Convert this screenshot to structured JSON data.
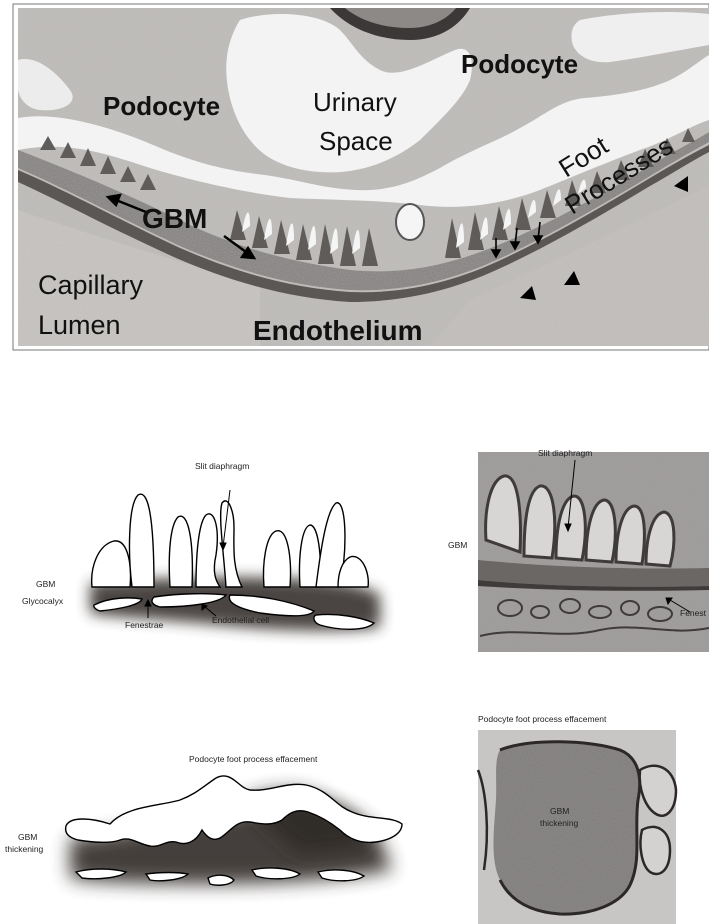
{
  "figure": {
    "electron_micrograph": {
      "labels": {
        "podocyte_left": "Podocyte",
        "podocyte_right": "Podocyte",
        "urinary_space_line1": "Urinary",
        "urinary_space_line2": "Space",
        "foot_processes_line1": "Foot",
        "foot_processes_line2": "Processes",
        "gbm": "GBM",
        "capillary_lumen_line1": "Capillary",
        "capillary_lumen_line2": "Lumen",
        "endothelium": "Endothelium"
      }
    },
    "normal_schematic": {
      "labels": {
        "slit_diaphragm": "Slit diaphragm",
        "gbm": "GBM",
        "glycocalyx": "Glycocalyx",
        "fenestrae": "Fenestrae",
        "endothelial_cell": "Endothelial cell"
      }
    },
    "normal_micrograph": {
      "labels": {
        "slit_diaphragm": "Slit diaphragm",
        "gbm": "GBM",
        "fenestrae_cut": "Fenest"
      }
    },
    "disease_schematic": {
      "labels": {
        "effacement": "Podocyte foot process effacement",
        "gbm_thickening_line1": "GBM",
        "gbm_thickening_line2": "thickening"
      }
    },
    "disease_micrograph": {
      "labels": {
        "effacement": "Podocyte foot process effacement",
        "gbm_thickening_line1": "GBM",
        "gbm_thickening_line2": "thickening"
      }
    }
  },
  "colors": {
    "micrograph_background": "#b9b6b3",
    "urinary_space": "#f4f4f4",
    "gbm_band": "#6f6c6a",
    "schematic_gbm": "#3c3735"
  }
}
